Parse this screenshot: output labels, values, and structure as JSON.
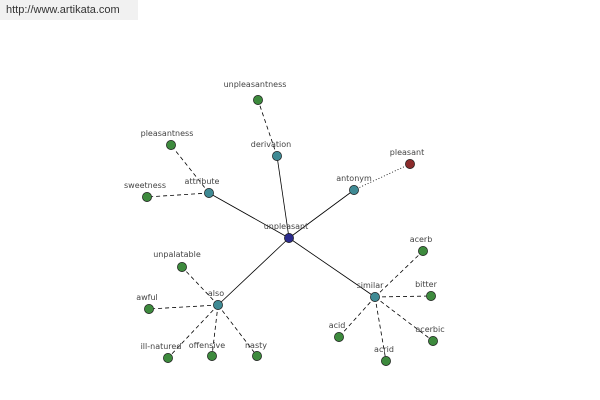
{
  "header": {
    "url": "http://www.artikata.com"
  },
  "colors": {
    "center": "#2b2b8c",
    "relation": "#3f8a94",
    "word": "#3d8a3d",
    "antonym_word": "#8b2b2b",
    "solid_edge": "#000000",
    "dashed_edge": "#000000"
  },
  "graph": {
    "nodes": [
      {
        "id": "unpleasant",
        "label": "unpleasant",
        "kind": "center"
      },
      {
        "id": "derivation",
        "label": "derivation",
        "kind": "relation"
      },
      {
        "id": "antonym",
        "label": "antonym",
        "kind": "relation"
      },
      {
        "id": "attribute",
        "label": "attribute",
        "kind": "relation"
      },
      {
        "id": "also",
        "label": "also",
        "kind": "relation"
      },
      {
        "id": "similar",
        "label": "similar",
        "kind": "relation"
      },
      {
        "id": "unpleasantness",
        "label": "unpleasantness",
        "kind": "word"
      },
      {
        "id": "pleasant",
        "label": "pleasant",
        "kind": "antonym_word"
      },
      {
        "id": "pleasantness",
        "label": "pleasantness",
        "kind": "word"
      },
      {
        "id": "sweetness",
        "label": "sweetness",
        "kind": "word"
      },
      {
        "id": "unpalatable",
        "label": "unpalatable",
        "kind": "word"
      },
      {
        "id": "awful",
        "label": "awful",
        "kind": "word"
      },
      {
        "id": "ill-natured",
        "label": "ill-natured",
        "kind": "word"
      },
      {
        "id": "offensive",
        "label": "offensive",
        "kind": "word"
      },
      {
        "id": "nasty",
        "label": "nasty",
        "kind": "word"
      },
      {
        "id": "acerb",
        "label": "acerb",
        "kind": "word"
      },
      {
        "id": "bitter",
        "label": "bitter",
        "kind": "word"
      },
      {
        "id": "acerbic",
        "label": "acerbic",
        "kind": "word"
      },
      {
        "id": "acrid",
        "label": "acrid",
        "kind": "word"
      },
      {
        "id": "acid",
        "label": "acid",
        "kind": "word"
      }
    ],
    "edges": [
      {
        "from": "unpleasant",
        "to": "derivation",
        "style": "solid"
      },
      {
        "from": "unpleasant",
        "to": "antonym",
        "style": "solid"
      },
      {
        "from": "unpleasant",
        "to": "attribute",
        "style": "solid"
      },
      {
        "from": "unpleasant",
        "to": "also",
        "style": "solid"
      },
      {
        "from": "unpleasant",
        "to": "similar",
        "style": "solid"
      },
      {
        "from": "derivation",
        "to": "unpleasantness",
        "style": "dashed"
      },
      {
        "from": "antonym",
        "to": "pleasant",
        "style": "dotted"
      },
      {
        "from": "attribute",
        "to": "pleasantness",
        "style": "dashed"
      },
      {
        "from": "attribute",
        "to": "sweetness",
        "style": "dashed"
      },
      {
        "from": "also",
        "to": "unpalatable",
        "style": "dashed"
      },
      {
        "from": "also",
        "to": "awful",
        "style": "dashed"
      },
      {
        "from": "also",
        "to": "ill-natured",
        "style": "dashed"
      },
      {
        "from": "also",
        "to": "offensive",
        "style": "dashed"
      },
      {
        "from": "also",
        "to": "nasty",
        "style": "dashed"
      },
      {
        "from": "similar",
        "to": "acerb",
        "style": "dashed"
      },
      {
        "from": "similar",
        "to": "bitter",
        "style": "dashed"
      },
      {
        "from": "similar",
        "to": "acerbic",
        "style": "dashed"
      },
      {
        "from": "similar",
        "to": "acrid",
        "style": "dashed"
      },
      {
        "from": "similar",
        "to": "acid",
        "style": "dashed"
      }
    ]
  }
}
